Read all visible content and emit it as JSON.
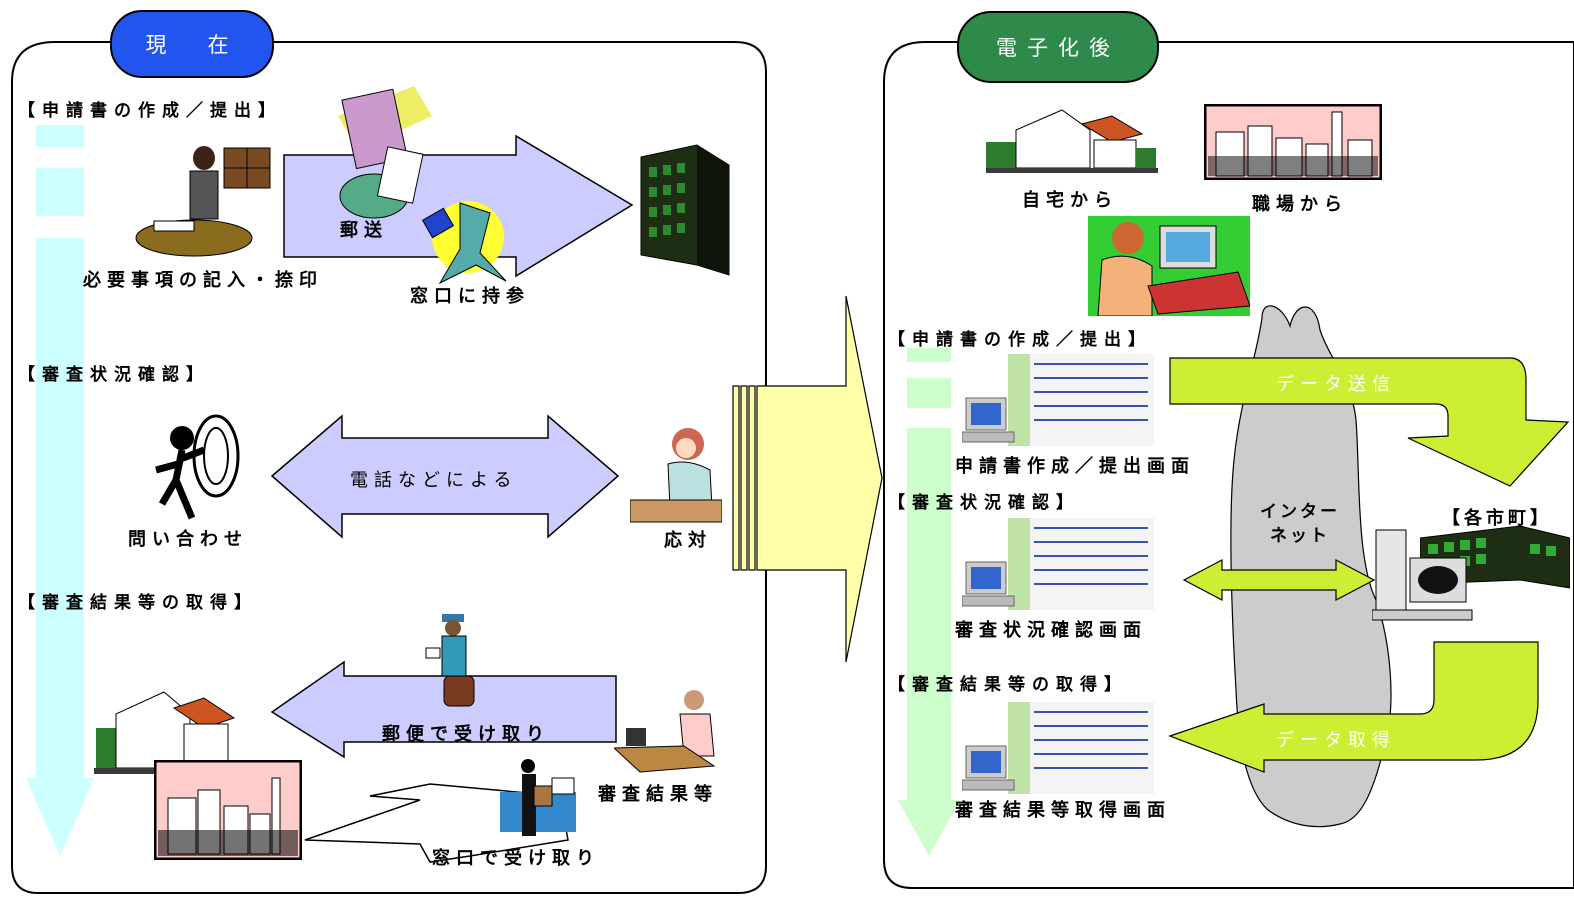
{
  "left_panel": {
    "title": "現　在",
    "sections": {
      "create": "【申請書の作成／提出】",
      "status": "【審査状況確認】",
      "result": "【審査結果等の取得】"
    },
    "labels": {
      "fill_seal": "必要事項の記入・捺印",
      "mail": "郵送",
      "bring_window": "窓口に持参",
      "inquiry": "問い合わせ",
      "phone": "電話などによる",
      "respond": "応対",
      "receive_mail": "郵便で受け取り",
      "review_results": "審査結果等",
      "receive_window": "窓口で受け取り"
    }
  },
  "right_panel": {
    "title": "電子化後",
    "labels": {
      "from_home": "自宅から",
      "from_work": "職場から",
      "internet": [
        "インター",
        "ネット"
      ],
      "municipality": "【各市町】",
      "send_data": "データ送信",
      "get_data": "データ取得"
    },
    "sections": {
      "create": "【申請書の作成／提出】",
      "status": "【審査状況確認】",
      "result": "【審査結果等の取得】"
    },
    "screens": {
      "create": "申請書作成／提出画面",
      "status": "審査状況確認画面",
      "result": "審査結果等取得画面"
    }
  },
  "colors": {
    "left_pill": "#2255ee",
    "right_pill": "#2e8a4a",
    "lavender_arrow": "#ccccff",
    "yellow_arrow": "#ffffaa",
    "lime_arrow": "#ccee33",
    "cyan_flow": "#ccffff",
    "green_flow": "#ccffcc",
    "cloud": "#cccccc"
  }
}
